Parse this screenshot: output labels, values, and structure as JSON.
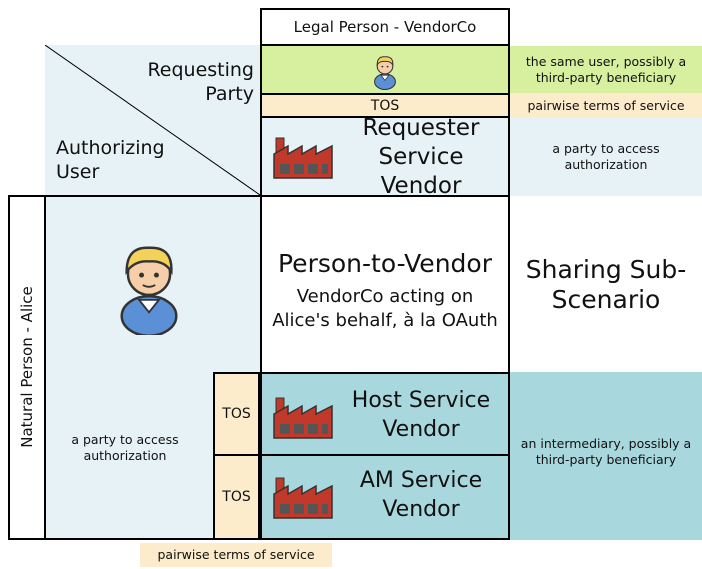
{
  "legal_person_label": "Legal Person - VendorCo",
  "natural_person_label": "Natural Person - Alice",
  "requesting_party_label": "Requesting Party",
  "authorizing_user_label": "Authorizing User",
  "top_right_note": "the same user, possibly a third-party beneficiary",
  "tos_label": "TOS",
  "pairwise_tos": "pairwise terms of service",
  "requester_service_vendor": "Requester Service Vendor",
  "requester_note": "a party to access authorization",
  "center_title": "Person-to-Vendor",
  "center_subtitle": "VendorCo acting on Alice's behalf, à la OAuth",
  "sharing_subscenario": "Sharing Sub-Scenario",
  "host_service_vendor": "Host Service Vendor",
  "am_service_vendor": "AM Service Vendor",
  "alice_note": "a party to access authorization",
  "intermediary_note": "an intermediary, possibly a third-party beneficiary",
  "colors": {
    "light_blue": "#e6f2f5",
    "teal": "#a8d8dd",
    "cream": "#fdeccb",
    "green": "#d6f0a0",
    "factory_red": "#c0392b"
  },
  "icons": [
    "user-icon",
    "factory-icon"
  ]
}
